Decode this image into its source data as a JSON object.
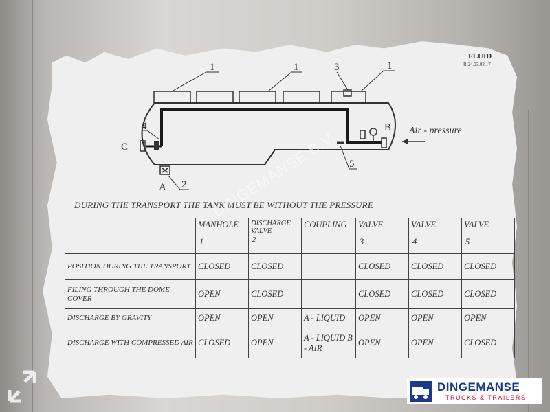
{
  "label": {
    "code": "FLUID",
    "ref": "R.24.03.02.17"
  },
  "diagram": {
    "callouts": [
      "1",
      "1",
      "3",
      "1",
      "4",
      "C",
      "A",
      "2",
      "B",
      "5"
    ],
    "air_pressure": "Air - pressure"
  },
  "heading": "DURING THE TRANSPORT THE TANK MUST BE WITHOUT THE PRESSURE",
  "watermark": "DINGEMANSE B.V.",
  "table": {
    "headers": [
      {
        "label": "MANHOLE",
        "num": "1"
      },
      {
        "label": "DISCHARGE VALVE",
        "num": "2"
      },
      {
        "label": "COUPLING",
        "num": ""
      },
      {
        "label": "VALVE",
        "num": "3"
      },
      {
        "label": "VALVE",
        "num": "4"
      },
      {
        "label": "VALVE",
        "num": "5"
      }
    ],
    "rows": [
      {
        "label": "POSITION DURING THE TRANSPORT",
        "cells": [
          "CLOSED",
          "CLOSED",
          "",
          "CLOSED",
          "CLOSED",
          "CLOSED"
        ]
      },
      {
        "label": "FILING THROUGH THE DOME COVER",
        "cells": [
          "OPEN",
          "CLOSED",
          "",
          "CLOSED",
          "CLOSED",
          "CLOSED"
        ]
      },
      {
        "label": "DISCHARGE BY GRAVITY",
        "cells": [
          "OPEN",
          "OPEN",
          "A - LIQUID",
          "OPEN",
          "OPEN",
          "OPEN"
        ]
      },
      {
        "label": "DISCHARGE WITH COMPRESSED AIR",
        "cells": [
          "CLOSED",
          "OPEN",
          "A - LIQUID B - AIR",
          "OPEN",
          "OPEN",
          "CLOSED"
        ]
      }
    ]
  },
  "logo": {
    "name": "DINGEMANSE",
    "tagline": "TRUCKS & TRAILERS"
  },
  "colors": {
    "sticker": "#efefef",
    "ink": "#333333",
    "brand_blue": "#1a3a8c",
    "brand_red": "#d0102a"
  }
}
